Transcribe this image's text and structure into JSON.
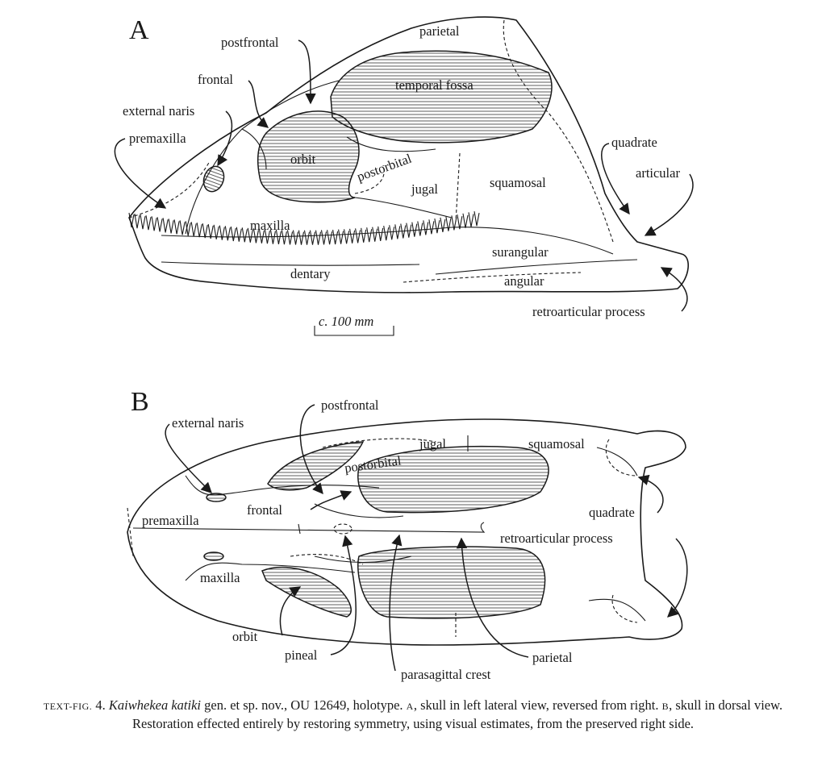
{
  "panel_a": {
    "letter": "A",
    "labels": {
      "parietal": "parietal",
      "postfrontal": "postfrontal",
      "frontal": "frontal",
      "temporal_fossa": "temporal fossa",
      "external_naris": "external naris",
      "premaxilla": "premaxilla",
      "orbit": "orbit",
      "postorbital": "postorbital",
      "jugal": "jugal",
      "squamosal": "squamosal",
      "quadrate": "quadrate",
      "articular": "articular",
      "maxilla": "maxilla",
      "surangular": "surangular",
      "dentary": "dentary",
      "angular": "angular",
      "retroarticular_process": "retroarticular process"
    },
    "scale_bar": "c. 100 mm"
  },
  "panel_b": {
    "letter": "B",
    "labels": {
      "postfrontal": "postfrontal",
      "external_naris": "external naris",
      "jugal": "jugal",
      "squamosal": "squamosal",
      "postorbital": "postorbital",
      "frontal": "frontal",
      "quadrate": "quadrate",
      "premaxilla": "premaxilla",
      "retroarticular_process": "retroarticular process",
      "maxilla": "maxilla",
      "orbit": "orbit",
      "pineal": "pineal",
      "parasagittal_crest": "parasagittal crest",
      "parietal": "parietal"
    }
  },
  "caption": {
    "prefix": "TEXT-FIG.",
    "number": " 4. ",
    "species": "Kaiwhekea katiki",
    "rest1": " gen. et sp. nov., OU 12649, holotype. ",
    "a_letter": "A",
    "a_text": ", skull in left lateral view, reversed from right. ",
    "b_letter": "B",
    "b_text": ", skull in dorsal view. Restoration effected entirely by restoring symmetry, using visual estimates, from the preserved right side."
  }
}
